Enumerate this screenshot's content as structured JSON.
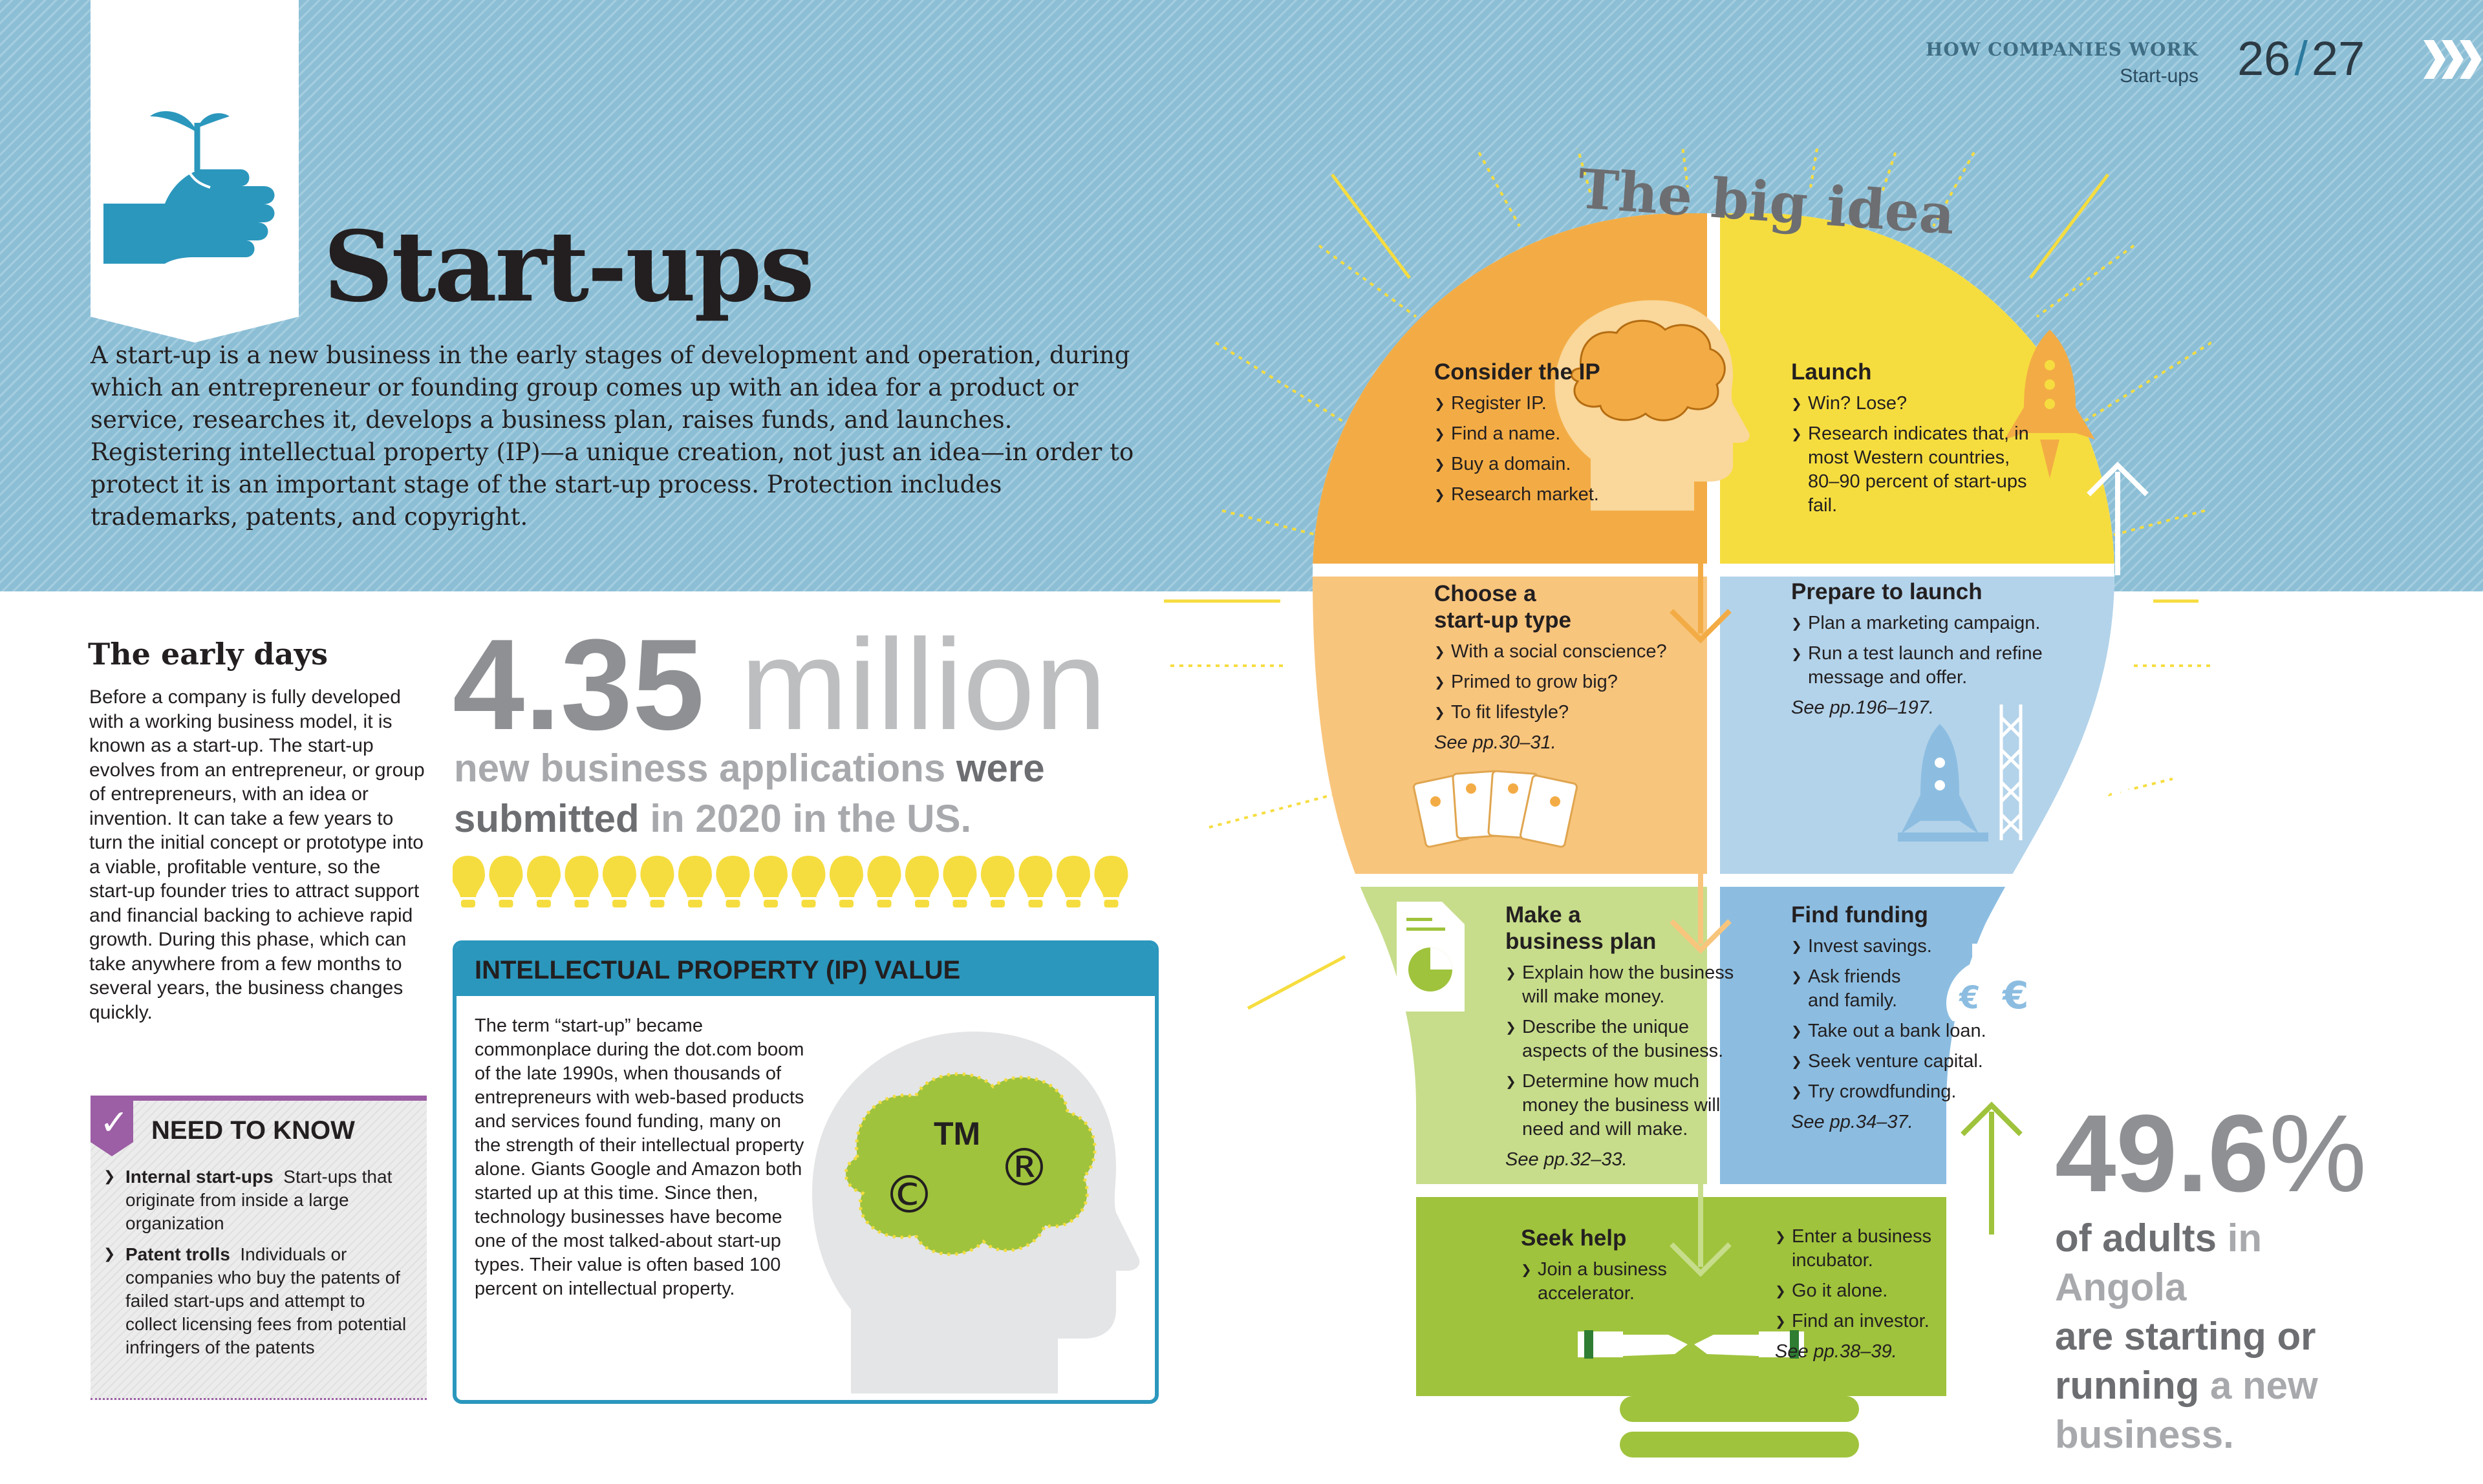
{
  "header": {
    "section": "HOW COMPANIES WORK",
    "subsection": "Start-ups",
    "page_left": "26",
    "page_right": "27"
  },
  "title": "Start-ups",
  "intro": "A start-up is a new business in the early stages of development and operation, during which an entrepreneur or founding group comes up with an idea for a product or service, researches it, develops a business plan, raises funds, and launches. Registering intellectual property (IP)—a unique creation, not just an idea—in order to protect it is an important stage of the start-up process. Protection includes trademarks, patents, and copyright.",
  "early_days": {
    "heading": "The early days",
    "body": "Before a company is fully developed with a working business model, it is known as a start-up. The start-up evolves from an entrepreneur, or group of entrepreneurs, with an idea or invention. It can take a few years to turn the initial concept or prototype into a viable, profitable venture, so the start-up founder tries to attract support and financial backing to achieve rapid growth. During this phase, which can take anywhere from a few months to several years, the business changes quickly."
  },
  "stat_us": {
    "number": "4.35",
    "unit": "million",
    "line1_a": "new business applications",
    "line1_b": " were",
    "line2_a": "submitted",
    "line2_b": " in 2020 in the US."
  },
  "ip_box": {
    "heading": "INTELLECTUAL PROPERTY (IP) VALUE",
    "body": "The term “start-up” became commonplace during the dot.com boom of the late 1990s, when thousands of entrepreneurs with web-based products and services found funding, many on the strength of their intellectual property alone. Giants Google and Amazon both started up at this time. Since then, technology businesses have become one of the most talked-about start-up types. Their value is often based 100 percent on intellectual property.",
    "symbols": [
      "TM",
      "©",
      "®"
    ]
  },
  "need_to_know": {
    "heading": "NEED TO KNOW",
    "items": [
      {
        "term": "Internal start-ups",
        "text": "Start-ups that originate from inside a large organization"
      },
      {
        "term": "Patent trolls",
        "text": "Individuals or companies who buy the patents of failed start-ups and attempt to collect licensing fees from potential infringers of the patents"
      }
    ]
  },
  "big_idea": {
    "title": "The big idea",
    "consider": {
      "heading": "Consider the IP",
      "items": [
        "Register IP.",
        "Find a name.",
        "Buy a domain.",
        "Research market."
      ]
    },
    "launch": {
      "heading": "Launch",
      "items": [
        "Win? Lose?",
        "Research indicates that, in most Western countries, 80–90 percent of start-ups fail."
      ]
    },
    "choose": {
      "heading": "Choose a start-up type",
      "items": [
        "With a social conscience?",
        "Primed to grow big?",
        "To fit lifestyle?"
      ],
      "see": "See pp.30–31."
    },
    "prepare": {
      "heading": "Prepare to launch",
      "items": [
        "Plan a marketing campaign.",
        "Run a test launch and refine message and offer."
      ],
      "see": "See pp.196–197."
    },
    "plan": {
      "heading": "Make a business plan",
      "items": [
        "Explain how the business will make money.",
        "Describe the unique aspects of the business.",
        "Determine how much money the business will need and will make."
      ],
      "see": "See pp.32–33."
    },
    "funding": {
      "heading": "Find funding",
      "items": [
        "Invest savings.",
        "Ask friends and family.",
        "Take out a bank loan.",
        "Seek venture capital.",
        "Try crowdfunding."
      ],
      "see": "See pp.34–37."
    },
    "help": {
      "heading": "Seek help",
      "items": [
        "Join a business accelerator."
      ]
    },
    "help2": {
      "items": [
        "Enter a business incubator.",
        "Go it alone.",
        "Find an investor."
      ],
      "see": "See pp.38–39."
    }
  },
  "stat_angola": {
    "number": "49.6",
    "percent": "%",
    "t1": "of adults",
    "t2": " in Angola",
    "t3": "are starting or",
    "t4": "running",
    "t5": " a new",
    "t6": "business."
  },
  "colors": {
    "sky": "#8cbfd6",
    "orange": "#f3ac45",
    "light_orange": "#f8c57d",
    "yellow": "#f6dd3f",
    "light_blue": "#b3d3ea",
    "blue": "#8cbde1",
    "light_green": "#c7dd8b",
    "green": "#9fc33c",
    "teal": "#2b97bd",
    "purple": "#9c5ea5"
  }
}
